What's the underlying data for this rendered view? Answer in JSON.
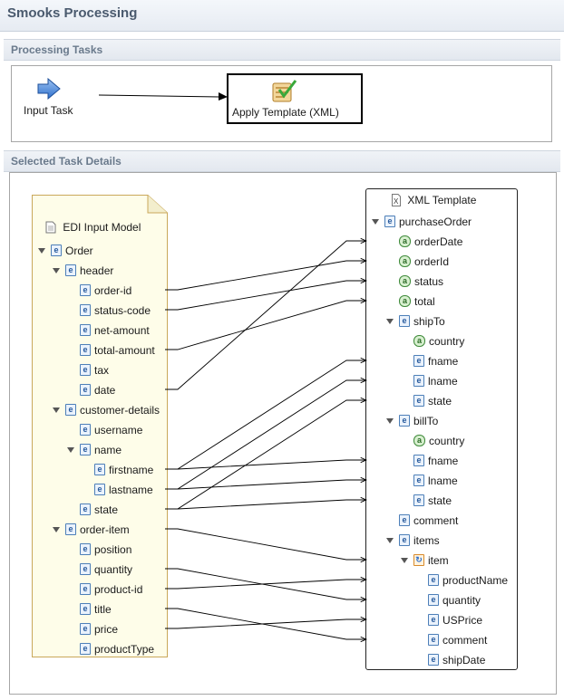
{
  "page_title": "Smooks Processing",
  "sections": {
    "processing_tasks": "Processing Tasks",
    "selected_task_details": "Selected Task Details"
  },
  "tasks": {
    "input_task": "Input Task",
    "apply_template": "Apply Template (XML)"
  },
  "edi_model": {
    "title": "EDI Input Model",
    "nodes": [
      {
        "label": "Order",
        "level": 0,
        "expand": true,
        "icon": "element"
      },
      {
        "label": "header",
        "level": 1,
        "expand": true,
        "icon": "element"
      },
      {
        "label": "order-id",
        "level": 2,
        "expand": false,
        "icon": "element"
      },
      {
        "label": "status-code",
        "level": 2,
        "expand": false,
        "icon": "element"
      },
      {
        "label": "net-amount",
        "level": 2,
        "expand": false,
        "icon": "element"
      },
      {
        "label": "total-amount",
        "level": 2,
        "expand": false,
        "icon": "element"
      },
      {
        "label": "tax",
        "level": 2,
        "expand": false,
        "icon": "element"
      },
      {
        "label": "date",
        "level": 2,
        "expand": false,
        "icon": "element"
      },
      {
        "label": "customer-details",
        "level": 1,
        "expand": true,
        "icon": "element"
      },
      {
        "label": "username",
        "level": 2,
        "expand": false,
        "icon": "element"
      },
      {
        "label": "name",
        "level": 2,
        "expand": true,
        "icon": "element"
      },
      {
        "label": "firstname",
        "level": 3,
        "expand": false,
        "icon": "element"
      },
      {
        "label": "lastname",
        "level": 3,
        "expand": false,
        "icon": "element"
      },
      {
        "label": "state",
        "level": 2,
        "expand": false,
        "icon": "element"
      },
      {
        "label": "order-item",
        "level": 1,
        "expand": true,
        "icon": "element"
      },
      {
        "label": "position",
        "level": 2,
        "expand": false,
        "icon": "element"
      },
      {
        "label": "quantity",
        "level": 2,
        "expand": false,
        "icon": "element"
      },
      {
        "label": "product-id",
        "level": 2,
        "expand": false,
        "icon": "element"
      },
      {
        "label": "title",
        "level": 2,
        "expand": false,
        "icon": "element"
      },
      {
        "label": "price",
        "level": 2,
        "expand": false,
        "icon": "element"
      },
      {
        "label": "productType",
        "level": 2,
        "expand": false,
        "icon": "element"
      }
    ]
  },
  "xml_template": {
    "title": "XML Template",
    "nodes": [
      {
        "label": "purchaseOrder",
        "level": 0,
        "expand": true,
        "icon": "element"
      },
      {
        "label": "orderDate",
        "level": 1,
        "expand": false,
        "icon": "attribute"
      },
      {
        "label": "orderId",
        "level": 1,
        "expand": false,
        "icon": "attribute"
      },
      {
        "label": "status",
        "level": 1,
        "expand": false,
        "icon": "attribute"
      },
      {
        "label": "total",
        "level": 1,
        "expand": false,
        "icon": "attribute"
      },
      {
        "label": "shipTo",
        "level": 1,
        "expand": true,
        "icon": "element"
      },
      {
        "label": "country",
        "level": 2,
        "expand": false,
        "icon": "attribute"
      },
      {
        "label": "fname",
        "level": 2,
        "expand": false,
        "icon": "element"
      },
      {
        "label": "lname",
        "level": 2,
        "expand": false,
        "icon": "element"
      },
      {
        "label": "state",
        "level": 2,
        "expand": false,
        "icon": "element"
      },
      {
        "label": "billTo",
        "level": 1,
        "expand": true,
        "icon": "element"
      },
      {
        "label": "country",
        "level": 2,
        "expand": false,
        "icon": "attribute"
      },
      {
        "label": "fname",
        "level": 2,
        "expand": false,
        "icon": "element"
      },
      {
        "label": "lname",
        "level": 2,
        "expand": false,
        "icon": "element"
      },
      {
        "label": "state",
        "level": 2,
        "expand": false,
        "icon": "element"
      },
      {
        "label": "comment",
        "level": 1,
        "expand": false,
        "icon": "element"
      },
      {
        "label": "items",
        "level": 1,
        "expand": true,
        "icon": "element"
      },
      {
        "label": "item",
        "level": 2,
        "expand": true,
        "icon": "collection"
      },
      {
        "label": "productName",
        "level": 3,
        "expand": false,
        "icon": "element"
      },
      {
        "label": "quantity",
        "level": 3,
        "expand": false,
        "icon": "element"
      },
      {
        "label": "USPrice",
        "level": 3,
        "expand": false,
        "icon": "element"
      },
      {
        "label": "comment",
        "level": 3,
        "expand": false,
        "icon": "element"
      },
      {
        "label": "shipDate",
        "level": 3,
        "expand": false,
        "icon": "element"
      }
    ]
  },
  "mappings": [
    {
      "from": "order-id",
      "to": "orderId"
    },
    {
      "from": "status-code",
      "to": "status"
    },
    {
      "from": "total-amount",
      "to": "total"
    },
    {
      "from": "date",
      "to": "orderDate"
    },
    {
      "from": "firstname",
      "to": "fname (shipTo)"
    },
    {
      "from": "firstname",
      "to": "fname (billTo)"
    },
    {
      "from": "lastname",
      "to": "lname (shipTo)"
    },
    {
      "from": "lastname",
      "to": "lname (billTo)"
    },
    {
      "from": "state",
      "to": "state (shipTo)"
    },
    {
      "from": "state",
      "to": "state (billTo)"
    },
    {
      "from": "order-item",
      "to": "item"
    },
    {
      "from": "quantity",
      "to": "quantity"
    },
    {
      "from": "product-id",
      "to": "productName"
    },
    {
      "from": "title",
      "to": "comment (item)"
    },
    {
      "from": "price",
      "to": "USPrice"
    }
  ]
}
